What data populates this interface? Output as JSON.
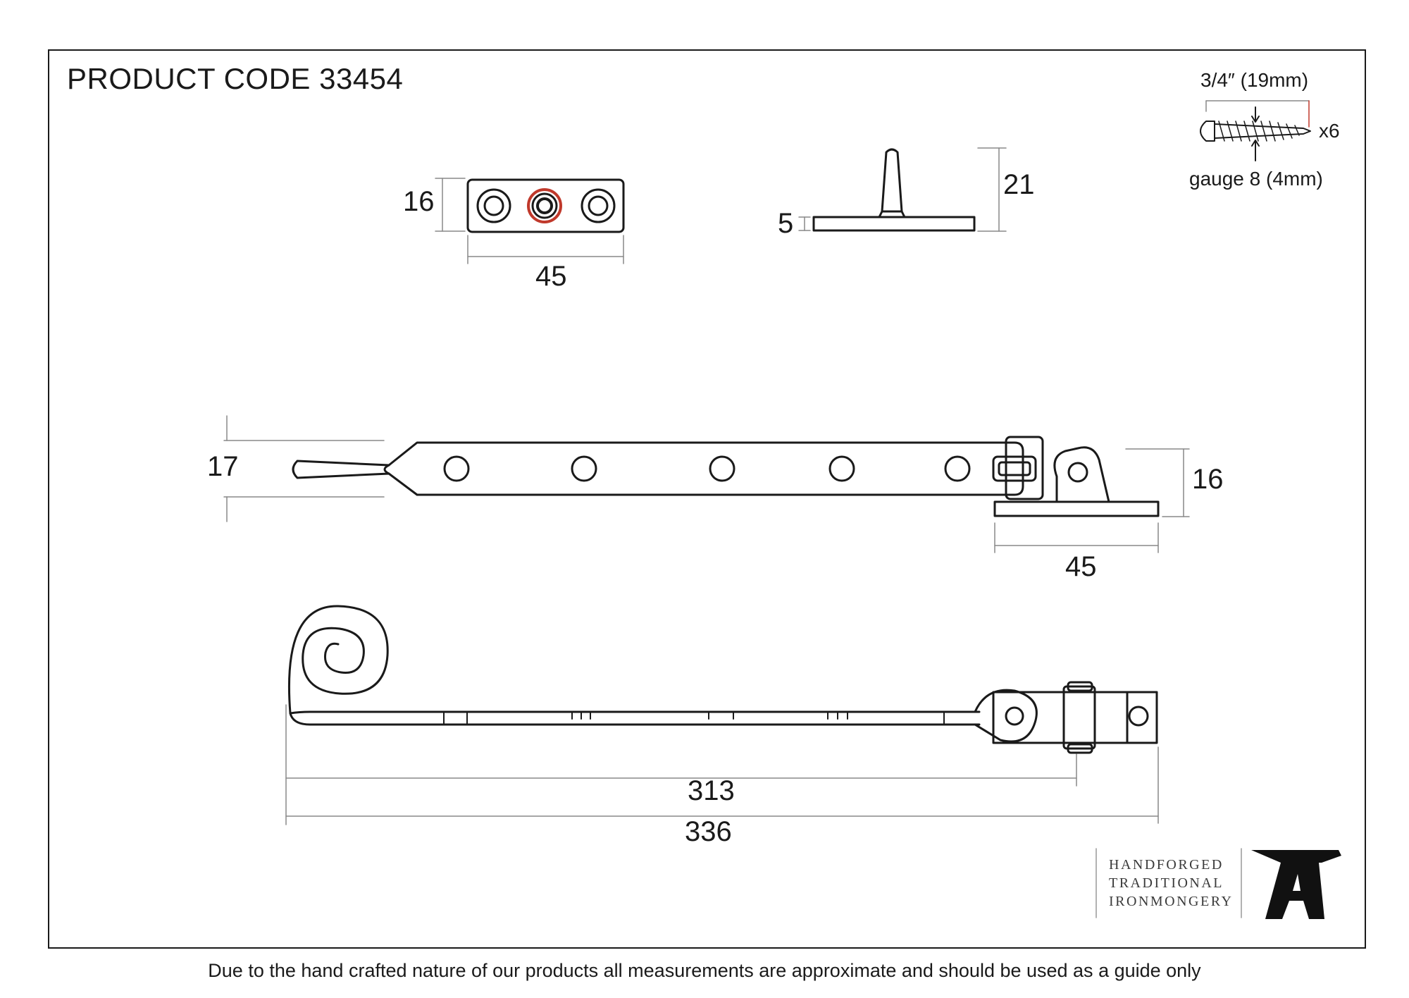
{
  "product_code": "PRODUCT CODE 33454",
  "screw": {
    "length": "3/4″ (19mm)",
    "quantity": "x6",
    "gauge": "gauge 8 (4mm)"
  },
  "pin_plate": {
    "height": "16",
    "width": "45"
  },
  "pin_side": {
    "height": "21",
    "plate_thickness": "5"
  },
  "stay_side": {
    "width": "17",
    "bracket_height": "16",
    "bracket_width": "45"
  },
  "stay_top": {
    "length_inner": "313",
    "length_total": "336"
  },
  "brand": {
    "lines": [
      "HANDFORGED",
      "TRADITIONAL",
      "IRONMONGERY"
    ],
    "logo": "anvil-logo-icon"
  },
  "disclaimer": "Due to the hand crafted nature of our products all measurements are approximate and should be used as a guide only"
}
